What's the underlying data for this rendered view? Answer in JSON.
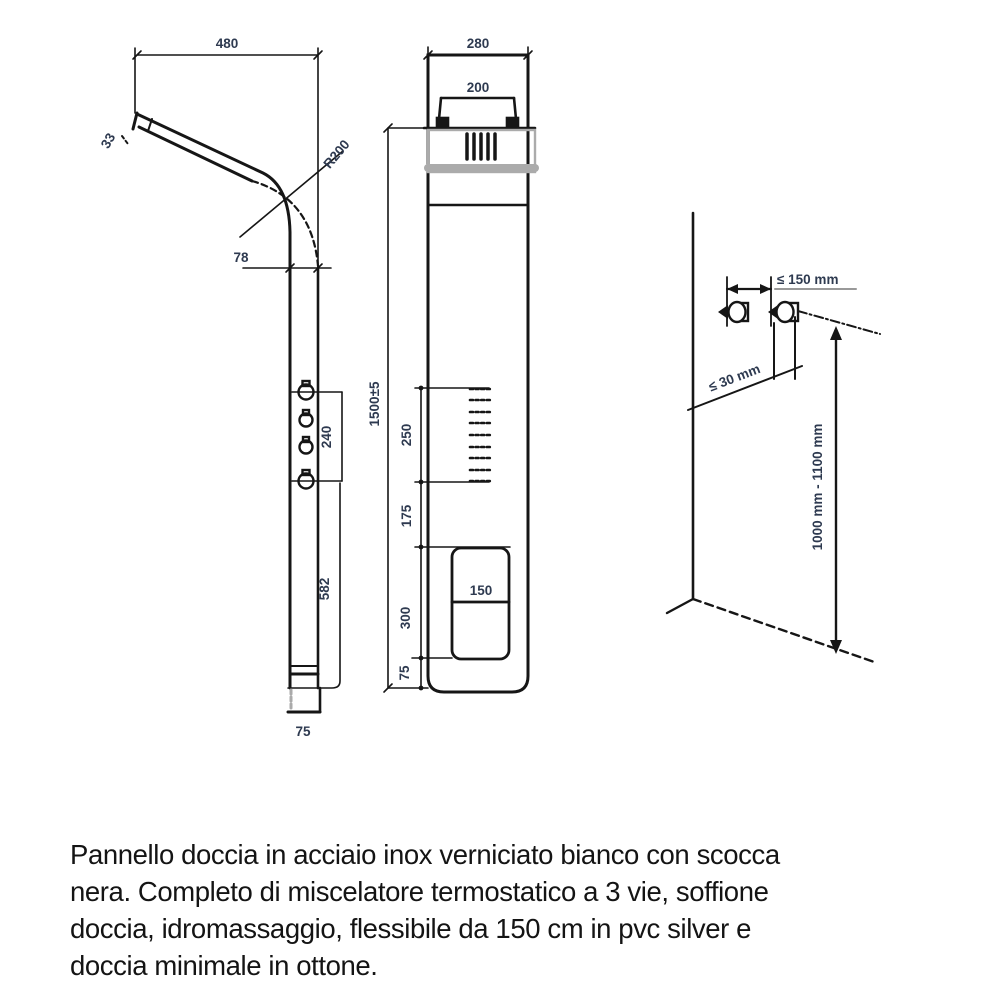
{
  "side_view": {
    "dim_width": "480",
    "dim_tip": "33",
    "dim_radius": "R200",
    "dim_depth": "78",
    "dim_knob_span": "240",
    "dim_lower_span": "582",
    "dim_foot": "75"
  },
  "front_view": {
    "dim_width": "280",
    "dim_head_width": "200",
    "dim_total_height": "1500±5",
    "dim_jet_zone": "250",
    "dim_jets_to_mixer": "175",
    "dim_mixer_width": "150",
    "dim_mixer_zone": "300",
    "dim_bottom": "75"
  },
  "installation": {
    "dim_connection_spacing": "≤ 150 mm",
    "dim_wall_offset": "≤ 30 mm",
    "dim_floor_height": "1000 mm - 1100 mm"
  },
  "description": {
    "lines": [
      "Pannello doccia in acciaio inox verniciato bianco con scocca",
      "nera. Completo di miscelatore termostatico a 3 vie, soffione",
      "doccia, idromassaggio, flessibile da 150 cm in pvc silver e",
      "doccia minimale in ottone."
    ]
  },
  "colors": {
    "line": "#161616",
    "dimension_text": "#2e3a50",
    "gray_band": "#ababab",
    "body_text": "#141414"
  }
}
